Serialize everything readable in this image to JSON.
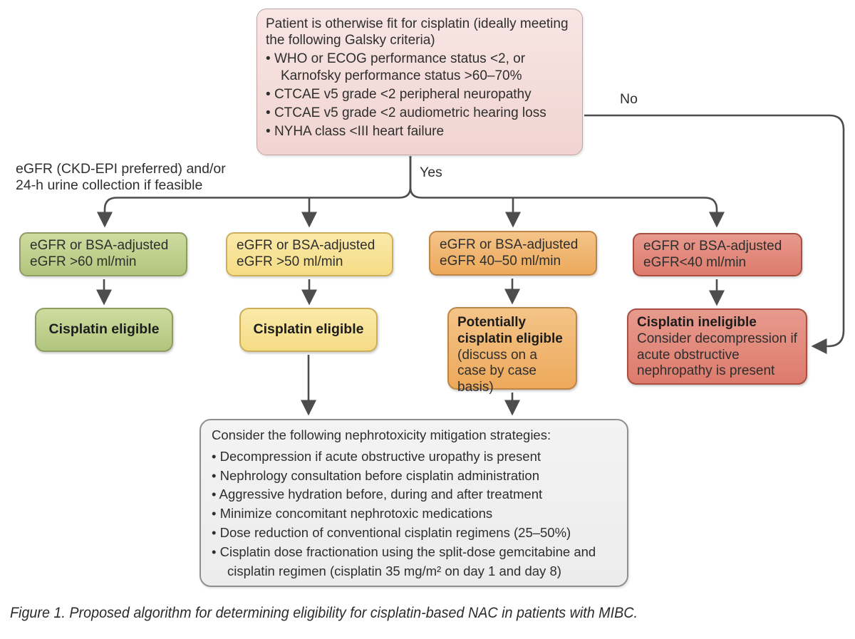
{
  "figure": {
    "top_box": {
      "intro": "Patient is otherwise fit for cisplatin (ideally meeting the following Galsky criteria)",
      "bullets": [
        "WHO or ECOG performance status <2, or Karnofsky performance status >60–70%",
        "CTCAE v5 grade <2 peripheral neuropathy",
        "CTCAE v5 grade <2 audiometric hearing loss",
        "NYHA class <III heart failure"
      ]
    },
    "left_note": {
      "line1": "eGFR (CKD-EPI preferred) and/or",
      "line2": "24-h urine collection if feasible"
    },
    "labels": {
      "yes": "Yes",
      "no": "No"
    },
    "columns": [
      {
        "color": "green",
        "criteria_line1": "eGFR or BSA-adjusted",
        "criteria_line2": "eGFR >60 ml/min",
        "outcome_title": "Cisplatin eligible",
        "outcome_sub": ""
      },
      {
        "color": "yellow",
        "criteria_line1": "eGFR or BSA-adjusted",
        "criteria_line2": "eGFR >50 ml/min",
        "outcome_title": "Cisplatin eligible",
        "outcome_sub": ""
      },
      {
        "color": "orange",
        "criteria_line1": "eGFR or BSA-adjusted",
        "criteria_line2": "eGFR 40–50 ml/min",
        "outcome_title": "Potentially cisplatin eligible",
        "outcome_sub": "(discuss on a case by case basis)"
      },
      {
        "color": "red",
        "criteria_line1": "eGFR or BSA-adjusted",
        "criteria_line2": "eGFR<40 ml/min",
        "outcome_title": "Cisplatin ineligible",
        "outcome_sub": "Consider decompression if acute obstructive nephropathy is present"
      }
    ],
    "mitigation_box": {
      "intro": "Consider the following nephrotoxicity mitigation strategies:",
      "bullets": [
        "Decompression if acute obstructive uropathy is present",
        "Nephrology consultation before cisplatin administration",
        "Aggressive hydration before, during and after treatment",
        "Minimize concomitant nephrotoxic medications",
        "Dose reduction of conventional cisplatin regimens (25–50%)",
        "Cisplatin dose fractionation using the split-dose gemcitabine and cisplatin regimen (cisplatin 35 mg/m² on day 1 and day 8)"
      ]
    },
    "caption": "Figure 1. Proposed algorithm for determining eligibility for cisplatin-based NAC in patients with MIBC."
  },
  "colors": {
    "arrow": "#4d4d4d",
    "pink_fill": "#f4dcd9",
    "green_fill": "#bfd08d",
    "yellow_fill": "#f7e296",
    "orange_fill": "#f0b56c",
    "red_fill": "#e2857a",
    "gray_fill": "#efefef"
  }
}
